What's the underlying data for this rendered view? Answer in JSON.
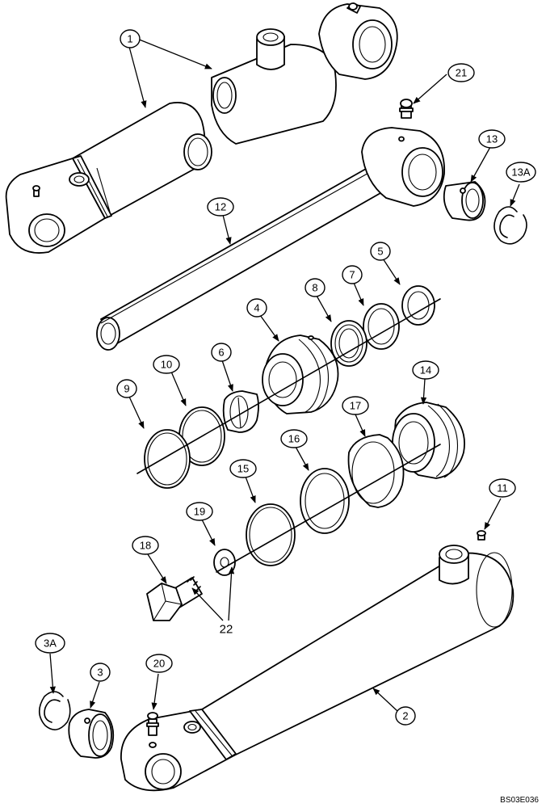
{
  "drawing_ref": "BS03E036",
  "callouts": [
    {
      "id": "c1",
      "label": "1"
    },
    {
      "id": "c21",
      "label": "21"
    },
    {
      "id": "c13",
      "label": "13"
    },
    {
      "id": "c13a",
      "label": "13A"
    },
    {
      "id": "c12",
      "label": "12"
    },
    {
      "id": "c5",
      "label": "5"
    },
    {
      "id": "c7",
      "label": "7"
    },
    {
      "id": "c8",
      "label": "8"
    },
    {
      "id": "c4",
      "label": "4"
    },
    {
      "id": "c6",
      "label": "6"
    },
    {
      "id": "c10",
      "label": "10"
    },
    {
      "id": "c9",
      "label": "9"
    },
    {
      "id": "c14",
      "label": "14"
    },
    {
      "id": "c17",
      "label": "17"
    },
    {
      "id": "c16",
      "label": "16"
    },
    {
      "id": "c15",
      "label": "15"
    },
    {
      "id": "c11",
      "label": "11"
    },
    {
      "id": "c19",
      "label": "19"
    },
    {
      "id": "c18",
      "label": "18"
    },
    {
      "id": "c22",
      "label": "22"
    },
    {
      "id": "c3a",
      "label": "3A"
    },
    {
      "id": "c3",
      "label": "3"
    },
    {
      "id": "c20",
      "label": "20"
    },
    {
      "id": "c2",
      "label": "2"
    }
  ]
}
